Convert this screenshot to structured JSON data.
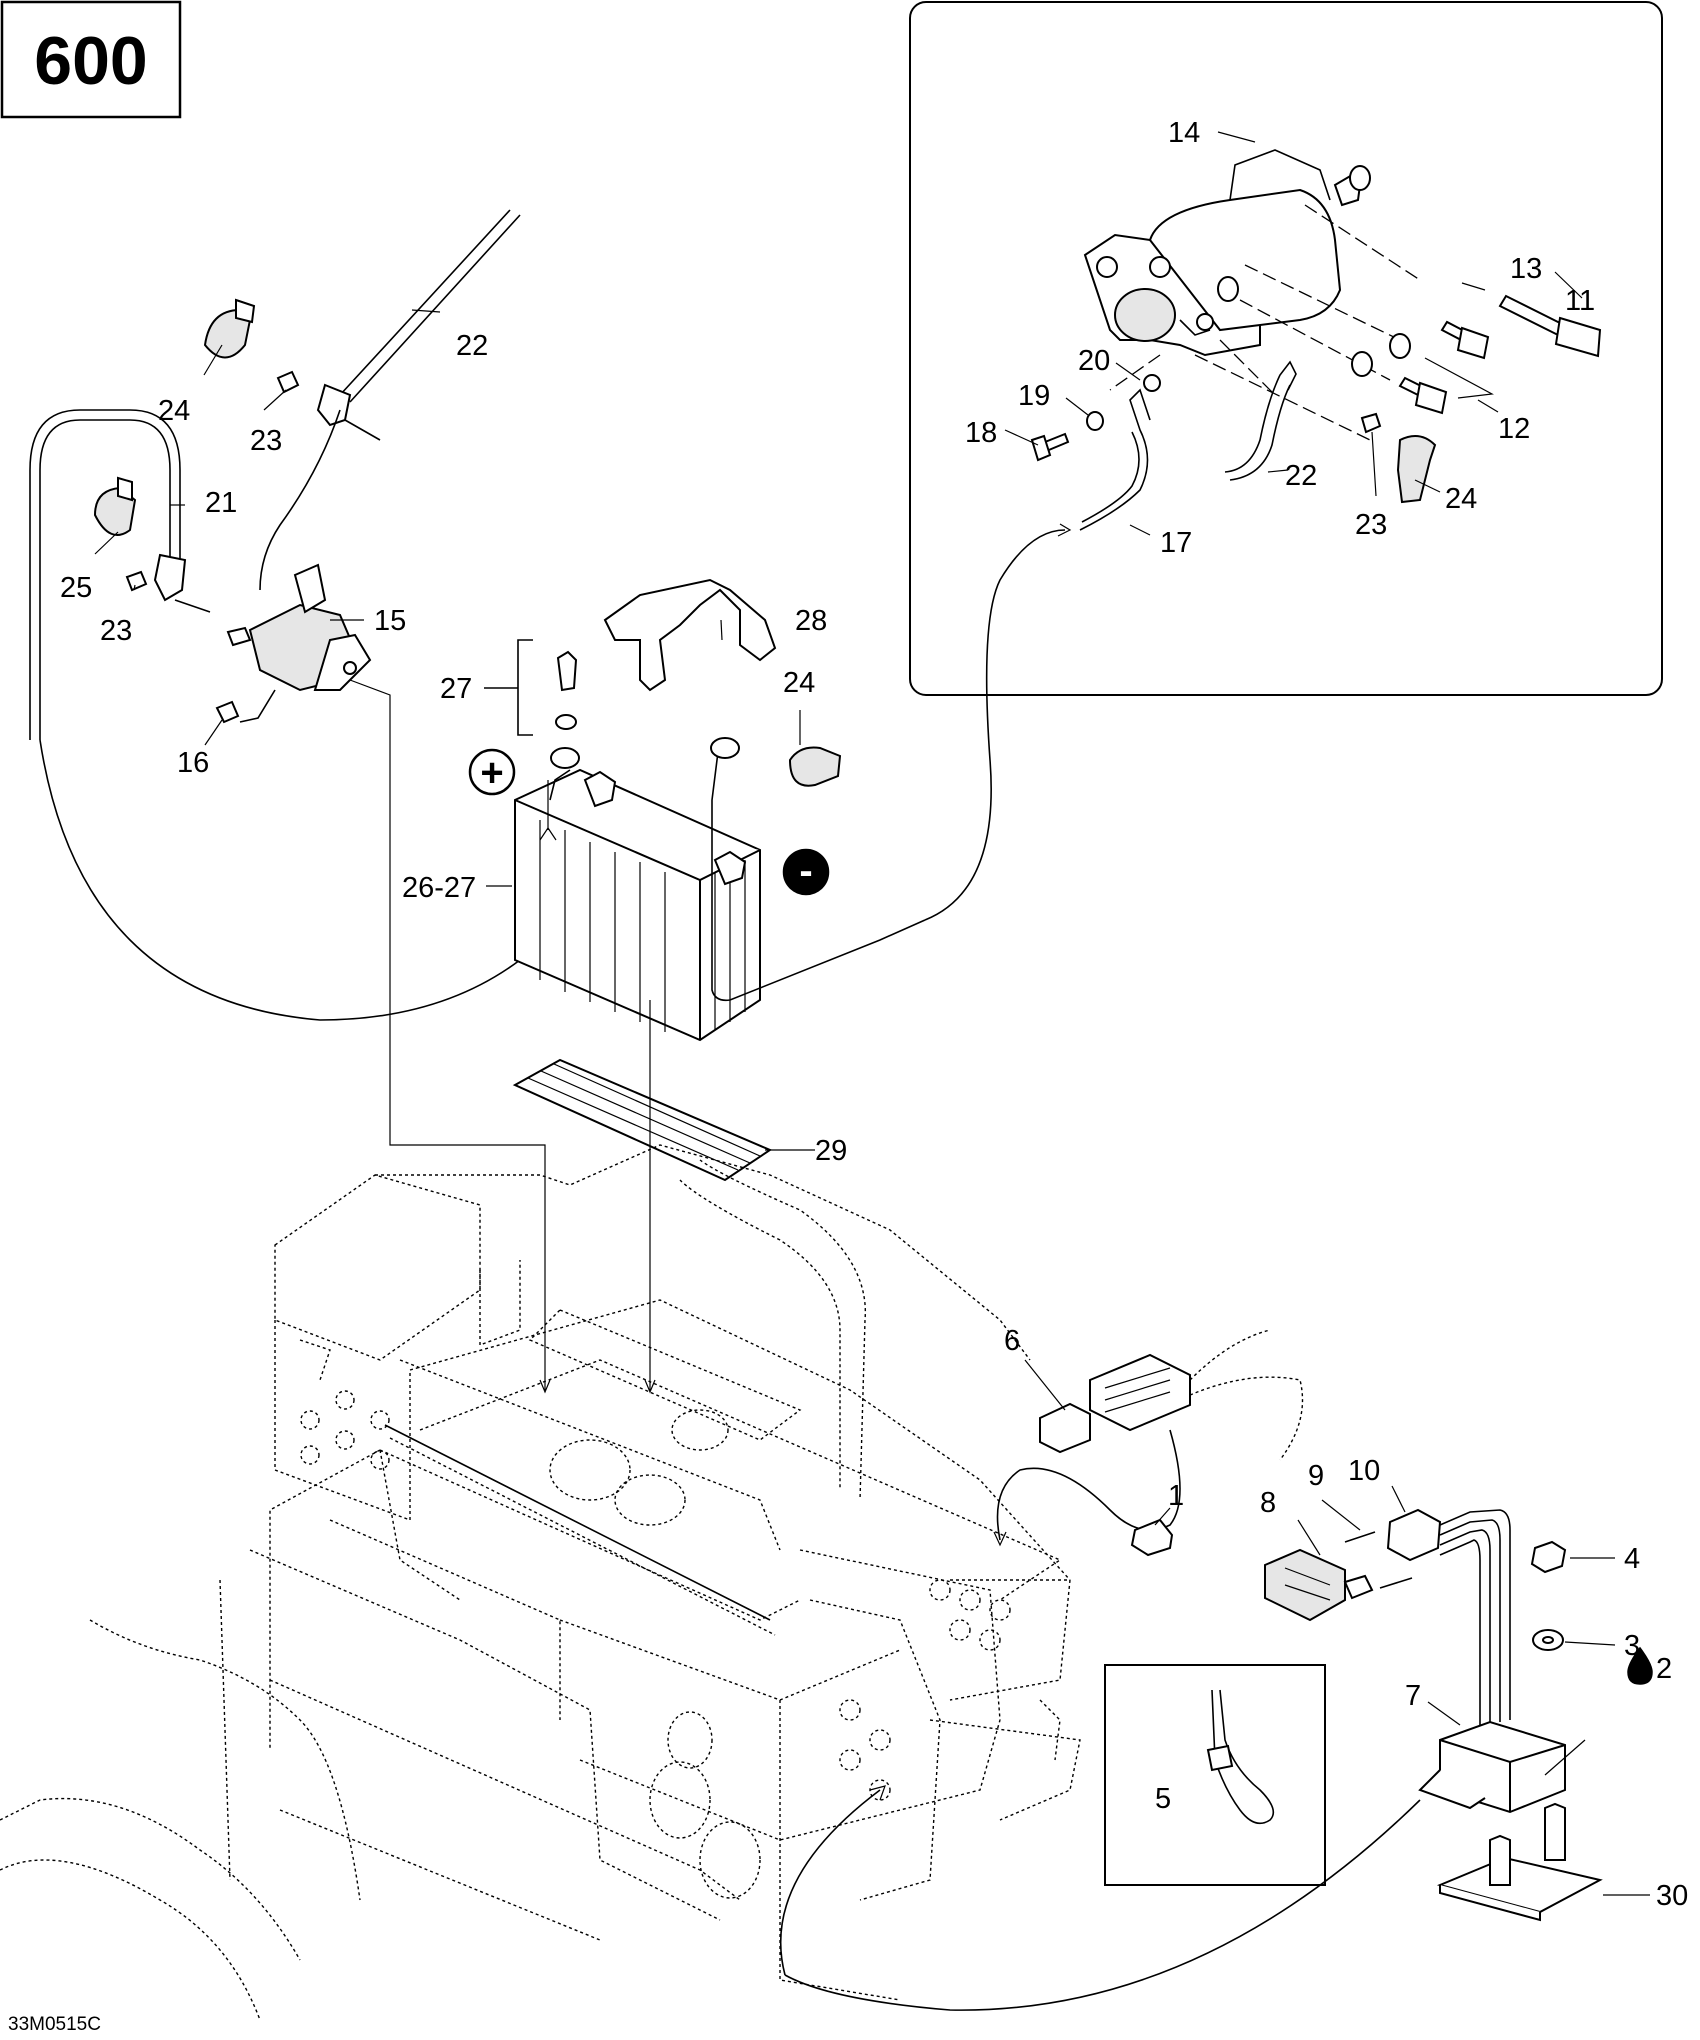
{
  "model_badge": "600",
  "drawing_code": "33M0515C",
  "polarity": {
    "positive": "+",
    "negative": "-"
  },
  "oil_symbol": "drop-icon",
  "callouts": {
    "c1": "1",
    "c2": "2",
    "c3": "3",
    "c4": "4",
    "c5": "5",
    "c6": "6",
    "c7": "7",
    "c8": "8",
    "c9": "9",
    "c10": "10",
    "c11": "11",
    "c12": "12",
    "c13": "13",
    "c14": "14",
    "c15": "15",
    "c16": "16",
    "c17": "17",
    "c18": "18",
    "c19": "19",
    "c20": "20",
    "c21": "21",
    "c22a": "22",
    "c22b": "22",
    "c23a": "23",
    "c23b": "23",
    "c23c": "23",
    "c24a": "24",
    "c24b": "24",
    "c24c": "24",
    "c25": "25",
    "c26_27": "26-27",
    "c27": "27",
    "c28": "28",
    "c29": "29",
    "c30": "30"
  }
}
